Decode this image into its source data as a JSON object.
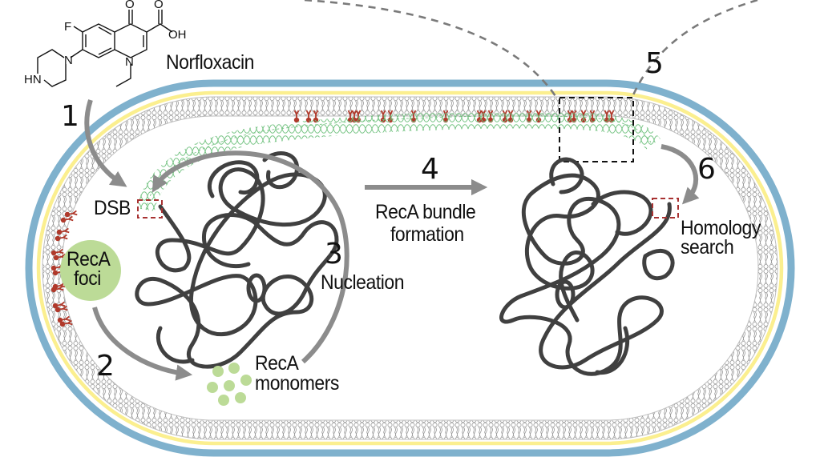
{
  "figure": {
    "title": "Norfloxacin-induced RecA bundle formation pathway",
    "drug": {
      "name": "Norfloxacin",
      "atoms": [
        "O",
        "O",
        "OH",
        "F",
        "N",
        "N",
        "HN"
      ]
    },
    "steps": [
      {
        "number": "1",
        "label": ""
      },
      {
        "number": "2",
        "label": ""
      },
      {
        "number": "3",
        "label": "Nucleation"
      },
      {
        "number": "4",
        "label": "RecA bundle formation"
      },
      {
        "number": "5",
        "label": ""
      },
      {
        "number": "6",
        "label": "Homology search"
      }
    ],
    "labels": {
      "dsb": "DSB",
      "foci_line1": "RecA",
      "foci_line2": "foci",
      "monomers_line1": "RecA",
      "monomers_line2": "monomers",
      "nucleation": "Nucleation",
      "bundle_line1": "RecA bundle",
      "bundle_line2": "formation",
      "homology_line1": "Homology",
      "homology_line2": "search"
    },
    "colors": {
      "outer_membrane": "#7fb1cd",
      "peptidoglycan": "#fbef8f",
      "lipid": "#9a9a9a",
      "membrane_protein": "#b0392b",
      "recA_bundle": "#6cbf7a",
      "recA_foci": "#bcdb97",
      "dna": "#404040",
      "arrow": "#8c8c8c",
      "dsb_box": "#a83232",
      "zoom_box": "#111111"
    }
  }
}
